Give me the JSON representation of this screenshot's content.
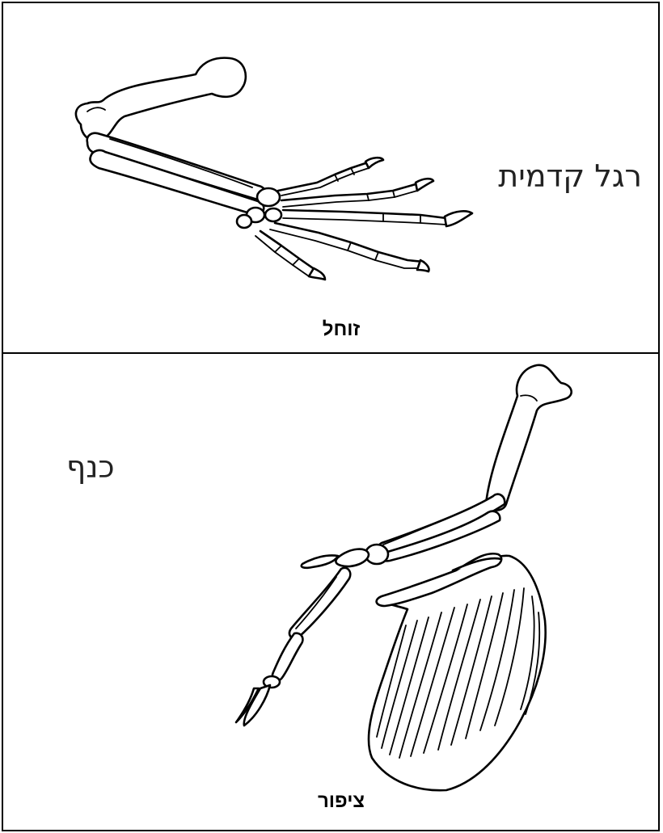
{
  "panels": {
    "top": {
      "animal_label": "זוחל",
      "organ_label": "רגל קדמית",
      "illustration_icon": "reptile-forelimb-skeleton"
    },
    "bottom": {
      "animal_label": "ציפור",
      "organ_label": "כנף",
      "illustration_icon": "bird-wing-skeleton"
    }
  }
}
